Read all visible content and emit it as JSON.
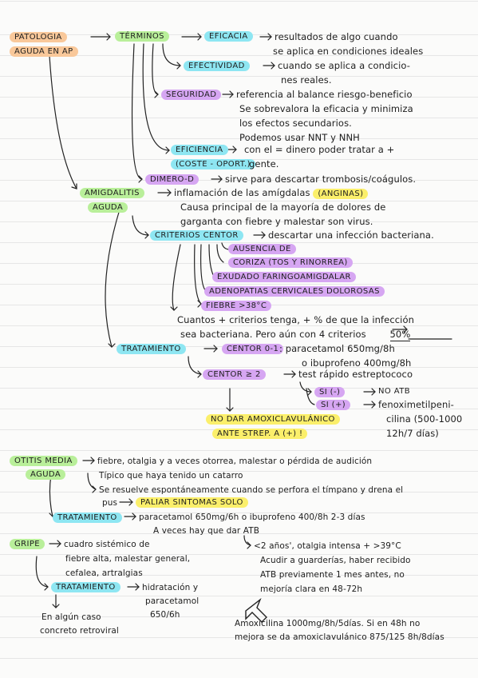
{
  "patologia": {
    "label_line1": "PATOLOGIA",
    "label_line2": "AGUDA EN AP",
    "terminos": "TÉRMINOS",
    "eficacia": {
      "label": "EFICACIA",
      "def1": "resultados de algo cuando",
      "def2": "se aplica en condiciones ideales"
    },
    "efectividad": {
      "label": "EFECTIVIDAD",
      "def1": "cuando se aplica a condicio-",
      "def2": "nes reales."
    },
    "seguridad": {
      "label": "SEGURIDAD",
      "def1": "referencia al balance riesgo-beneficio",
      "def2": "Se sobrevalora la eficacia y minimiza",
      "def3": "los efectos secundarios.",
      "def4": "Podemos usar NNT y NNH"
    },
    "eficiencia": {
      "label1": "EFICIENCIA",
      "label2": "(COSTE - OPORT.)",
      "def1": "con el = dinero poder tratar a +",
      "def2": "gente."
    },
    "dimero": {
      "label": "DIMERO-D",
      "def": "sirve para descartar trombosis/coágulos."
    }
  },
  "amigdalitis": {
    "label1": "AMIGDALITIS",
    "label2": "AGUDA",
    "def1": "inflamación de las amígdalas",
    "anginas": "(ANGINAS)",
    "def2": "Causa principal de la mayoría de dolores de",
    "def3": "garganta con fiebre y malestar son virus.",
    "criterios": {
      "label": "CRITERIOS CENTOR",
      "def": "descartar una infección bacteriana.",
      "items": [
        "AUSENCIA DE",
        "CORIZA (TOS Y RINORREA)",
        "EXUDADO FARINGOAMIGDALAR",
        "ADENOPATIAS CERVICALES DOLOROSAS",
        "FIEBRE >38°C"
      ],
      "note1": "Cuantos + criterios tenga, + % de que la infección",
      "note2": "sea bacteriana. Pero aún con 4 criterios",
      "note_pct": "50%"
    },
    "tratamiento": {
      "label": "TRATAMIENTO",
      "centor01": "CENTOR 0-1",
      "opt1": ": paracetamol 650mg/8h",
      "opt2": "o ibuprofeno 400mg/8h",
      "centor2": "CENTOR ≥ 2",
      "test": "test rápido estreptococo",
      "si_neg": "SI (-)",
      "no_atb": "NO ATB",
      "si_pos": "SI (+)",
      "feno1": "fenoximetilpeni-",
      "feno2": "cilina (500-1000",
      "feno3": "12h/7 días)",
      "warn1": "NO DAR AMOXICLAVULÁNICO",
      "warn2": "ANTE STREP. A (+) !"
    }
  },
  "otitis": {
    "label1": "OTITIS MEDIA",
    "label2": "AGUDA",
    "def1": "fiebre, otalgia y a veces otorrea, malestar o pérdida de audición",
    "def2": "Típico que haya tenido un catarro",
    "def3": "Se resuelve espontáneamente cuando se perfora el tímpano y drena el",
    "def4": "pus",
    "paliar": "PALIAR SINTOMAS SOLO",
    "tratamiento": {
      "label": "TRATAMIENTO",
      "def1": "paracetamol 650mg/6h o ibuprofeno 400/8h 2-3 días",
      "def2": "A veces hay que dar ATB"
    },
    "atb_cond1": "<2 años', otalgia intensa + >39°C",
    "atb_cond2": "Acudir a guarderías, haber recibido",
    "atb_cond3": "ATB previamente 1 mes antes, no",
    "atb_cond4": "mejoría clara en 48-72h",
    "amox1": "Amoxicilina 1000mg/8h/5días. Si en 48h no",
    "amox2": "mejora se da amoxiclavulánico 875/125 8h/8días"
  },
  "gripe": {
    "label": "GRIPE",
    "def1": "cuadro sistémico de",
    "def2": "fiebre alta, malestar general,",
    "def3": "cefalea, artralgias",
    "tratamiento": {
      "label": "TRATAMIENTO",
      "def1": "hidratación y",
      "def2": "paracetamol",
      "def3": "650/6h"
    },
    "note1": "En algún caso",
    "note2": "concreto retroviral"
  },
  "colors": {
    "orange": "#f9c89a",
    "green": "#b9ef9a",
    "cyan": "#8ee6f2",
    "violet": "#d6a6f2",
    "yellow": "#fbef6b"
  }
}
